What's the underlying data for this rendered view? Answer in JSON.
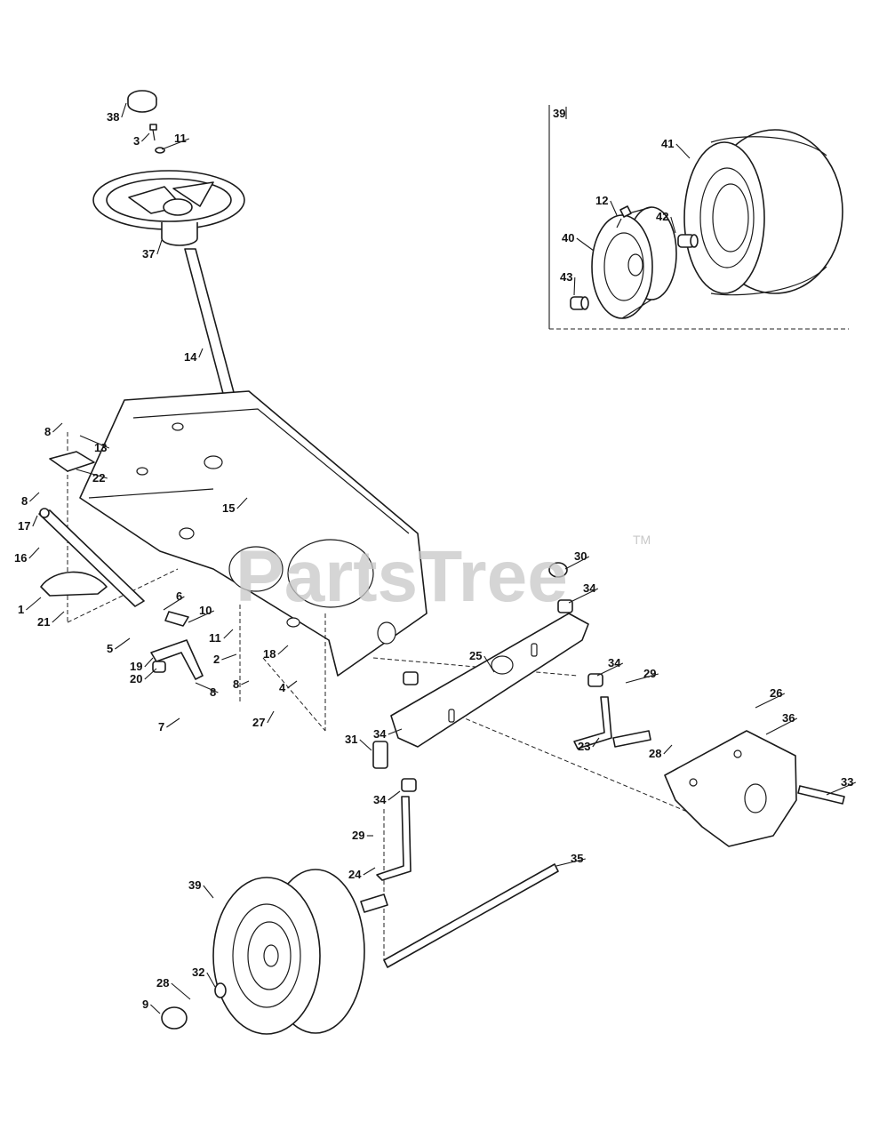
{
  "watermark": {
    "text": "PartsTree",
    "mark": "TM",
    "color": "#c8c8c8"
  },
  "inset": {
    "label": "39"
  },
  "callouts": [
    "38",
    "3",
    "11",
    "37",
    "14",
    "8",
    "13",
    "22",
    "8",
    "17",
    "16",
    "1",
    "21",
    "15",
    "6",
    "10",
    "5",
    "19",
    "20",
    "7",
    "8",
    "11",
    "2",
    "8",
    "18",
    "4",
    "27",
    "30",
    "34",
    "25",
    "34",
    "29",
    "34",
    "31",
    "34",
    "23",
    "28",
    "26",
    "36",
    "33",
    "29",
    "24",
    "35",
    "39",
    "32",
    "28",
    "9",
    "41",
    "12",
    "42",
    "40",
    "43"
  ],
  "parts": {
    "steering_wheel": "steering-wheel-icon",
    "steering_shaft": "steering-shaft-icon",
    "frame": "frame-icon",
    "front_axle": "front-axle-icon",
    "wheel": "wheel-icon",
    "rim": "rim-icon",
    "hub_cap": "hub-cap-icon",
    "bracket": "axle-bracket-icon",
    "drag_link": "drag-link-icon",
    "tie_rod": "tie-rod-icon",
    "spindle": "spindle-icon"
  }
}
